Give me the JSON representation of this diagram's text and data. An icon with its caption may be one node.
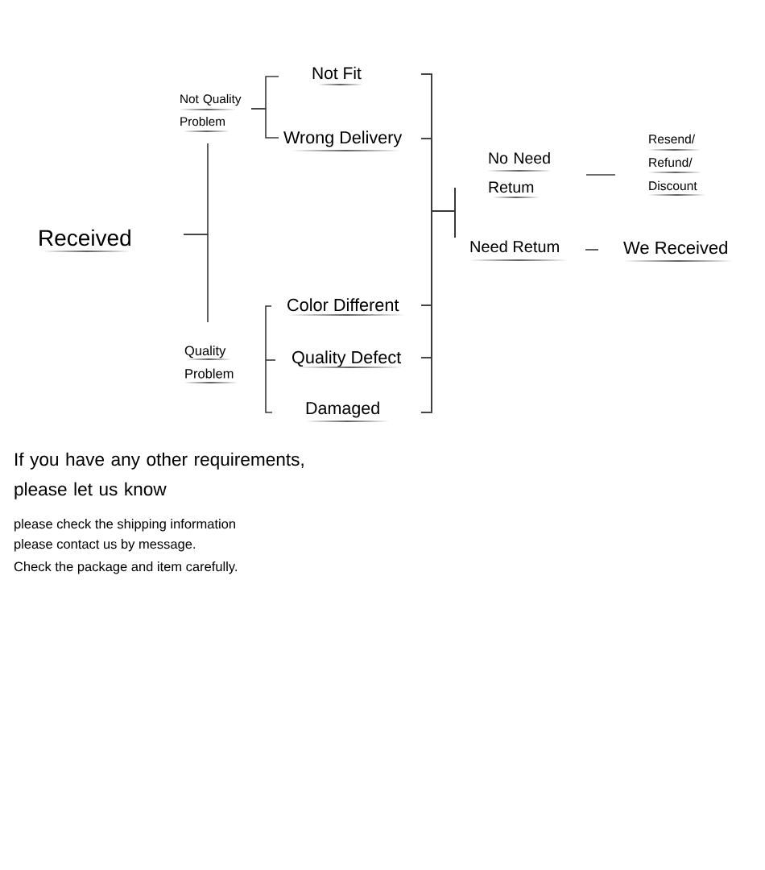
{
  "diagram": {
    "nodes": [
      {
        "text": [
          "Received"
        ]
      },
      {
        "text": [
          "Not Quality Problem"
        ]
      },
      {
        "text": [
          "Quality Problem"
        ]
      },
      {
        "text": [
          "Not Fit"
        ]
      },
      {
        "text": [
          "Wrong Delivery"
        ]
      },
      {
        "text": [
          "Color Different"
        ]
      },
      {
        "text": [
          "Quality Defect"
        ]
      },
      {
        "text": [
          "Damaged"
        ]
      },
      {
        "text": [
          "No Need Retum"
        ]
      },
      {
        "text": [
          "Need Retum"
        ]
      },
      {
        "text": [
          "Resend/ Refund/ Discount"
        ]
      },
      {
        "text": [
          "We Received"
        ]
      }
    ],
    "edges": [
      {
        "from": 0,
        "to": 1,
        "arrow": "none"
      },
      {
        "from": 0,
        "to": 2,
        "arrow": "none"
      },
      {
        "from": 1,
        "to": 3,
        "arrow": "none"
      },
      {
        "from": 1,
        "to": 4,
        "arrow": "none"
      },
      {
        "from": 3,
        "to": 8,
        "arrow": "none"
      },
      {
        "from": 3,
        "to": 9,
        "arrow": "none"
      },
      {
        "from": 4,
        "to": 8,
        "arrow": "none"
      },
      {
        "from": 4,
        "to": 9,
        "arrow": "none"
      },
      {
        "from": 5,
        "to": 8,
        "arrow": "none"
      },
      {
        "from": 5,
        "to": 9,
        "arrow": "none"
      },
      {
        "from": 6,
        "to": 8,
        "arrow": "none"
      },
      {
        "from": 6,
        "to": 9,
        "arrow": "none"
      },
      {
        "from": 7,
        "to": 8,
        "arrow": "none"
      },
      {
        "from": 7,
        "to": 9,
        "arrow": "none"
      },
      {
        "from": 8,
        "to": 10,
        "arrow": "none"
      },
      {
        "from": 9,
        "to": 11,
        "arrow": "none"
      }
    ],
    "labels": [
      "If you have any other requirements, please let us know",
      "please check the shipping information",
      "please contact us by message.",
      "Check the package and item carefully."
    ]
  }
}
